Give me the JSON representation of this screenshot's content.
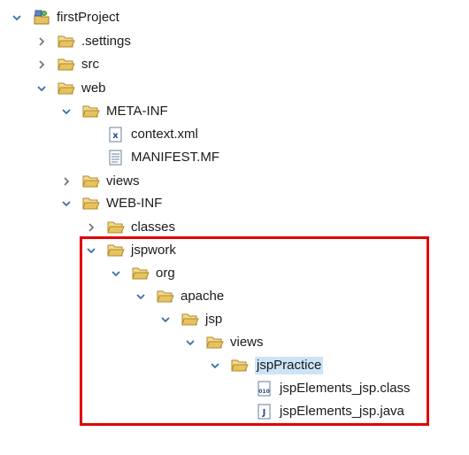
{
  "tree": {
    "project": "firstProject",
    "settings": ".settings",
    "src": "src",
    "web": "web",
    "meta_inf": "META-INF",
    "context_xml": "context.xml",
    "manifest": "MANIFEST.MF",
    "views_top": "views",
    "web_inf": "WEB-INF",
    "classes": "classes",
    "jspwork": "jspwork",
    "org": "org",
    "apache": "apache",
    "jsp": "jsp",
    "views": "views",
    "jsp_practice": "jspPractice",
    "class_file": "jspElements_jsp.class",
    "java_file": "jspElements_jsp.java"
  },
  "colors": {
    "highlight_border": "#e00000",
    "selection": "#cce4f7",
    "folder": "#e8c25e"
  }
}
